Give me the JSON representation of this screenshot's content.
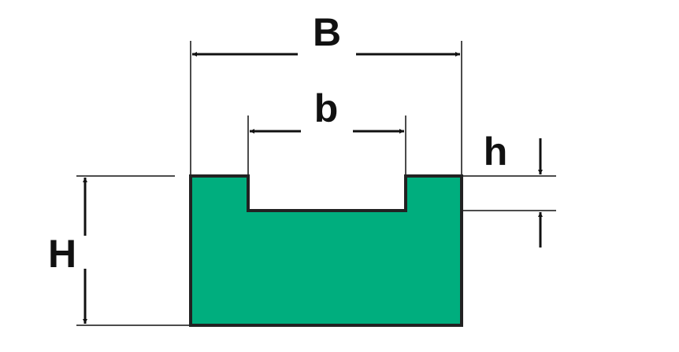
{
  "labels": {
    "outer_width": "B",
    "inner_width": "b",
    "groove_depth": "h",
    "overall_height": "H"
  },
  "colors": {
    "profile_fill": "#00AE7E",
    "outline": "#222222",
    "dimension_line": "#111111",
    "background": "#FFFFFF"
  }
}
